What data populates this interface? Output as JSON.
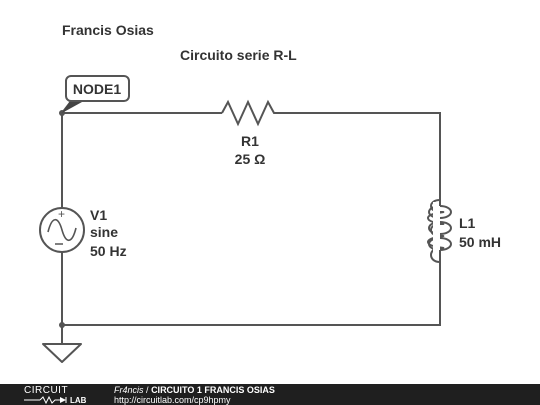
{
  "author_name": "Francis Osias",
  "circuit_title": "Circuito serie R-L",
  "node_label": "NODE1",
  "components": {
    "resistor": {
      "name": "R1",
      "value": "25 Ω"
    },
    "source": {
      "name": "V1",
      "type": "sine",
      "frequency": "50 Hz"
    },
    "inductor": {
      "name": "L1",
      "value": "50 mH"
    }
  },
  "footer": {
    "logo_top": "CIRCUIT",
    "logo_bottom": "LAB",
    "user": "Fr4ncis",
    "separator": "/",
    "schematic_title": "CIRCUITO 1 FRANCIS OSIAS",
    "url": "http://circuitlab.com/cp9hpmy"
  },
  "colors": {
    "wire": "#555555",
    "text": "#333333",
    "footer_bg": "#1f1f1f"
  }
}
